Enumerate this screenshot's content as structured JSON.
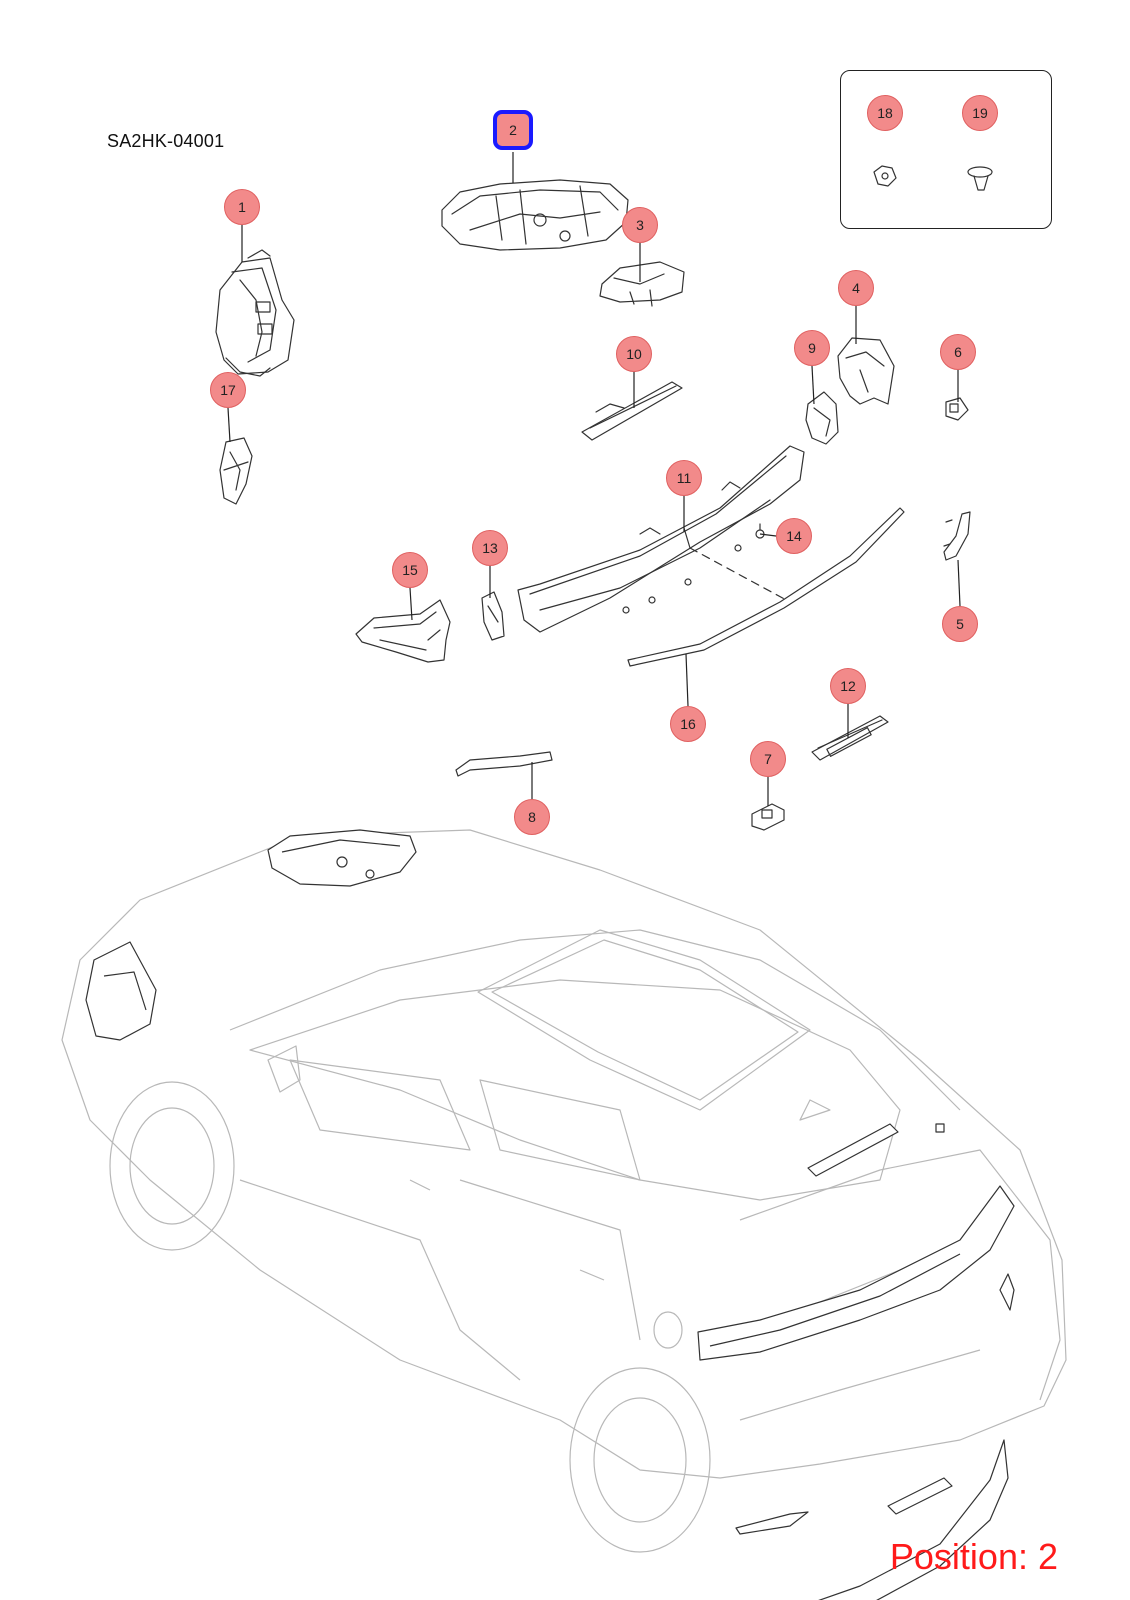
{
  "diagram": {
    "code": "SA2HK-04001",
    "position_label": "Position: 2",
    "selected_position": "2",
    "accent_color": "#f28a8a",
    "selected_color": "#1a1aff",
    "position_color": "#ff1a1a"
  },
  "callouts": [
    {
      "label": "1"
    },
    {
      "label": "2"
    },
    {
      "label": "3"
    },
    {
      "label": "4"
    },
    {
      "label": "5"
    },
    {
      "label": "6"
    },
    {
      "label": "7"
    },
    {
      "label": "8"
    },
    {
      "label": "9"
    },
    {
      "label": "10"
    },
    {
      "label": "11"
    },
    {
      "label": "12"
    },
    {
      "label": "13"
    },
    {
      "label": "14"
    },
    {
      "label": "15"
    },
    {
      "label": "16"
    },
    {
      "label": "17"
    },
    {
      "label": "18"
    },
    {
      "label": "19"
    }
  ]
}
